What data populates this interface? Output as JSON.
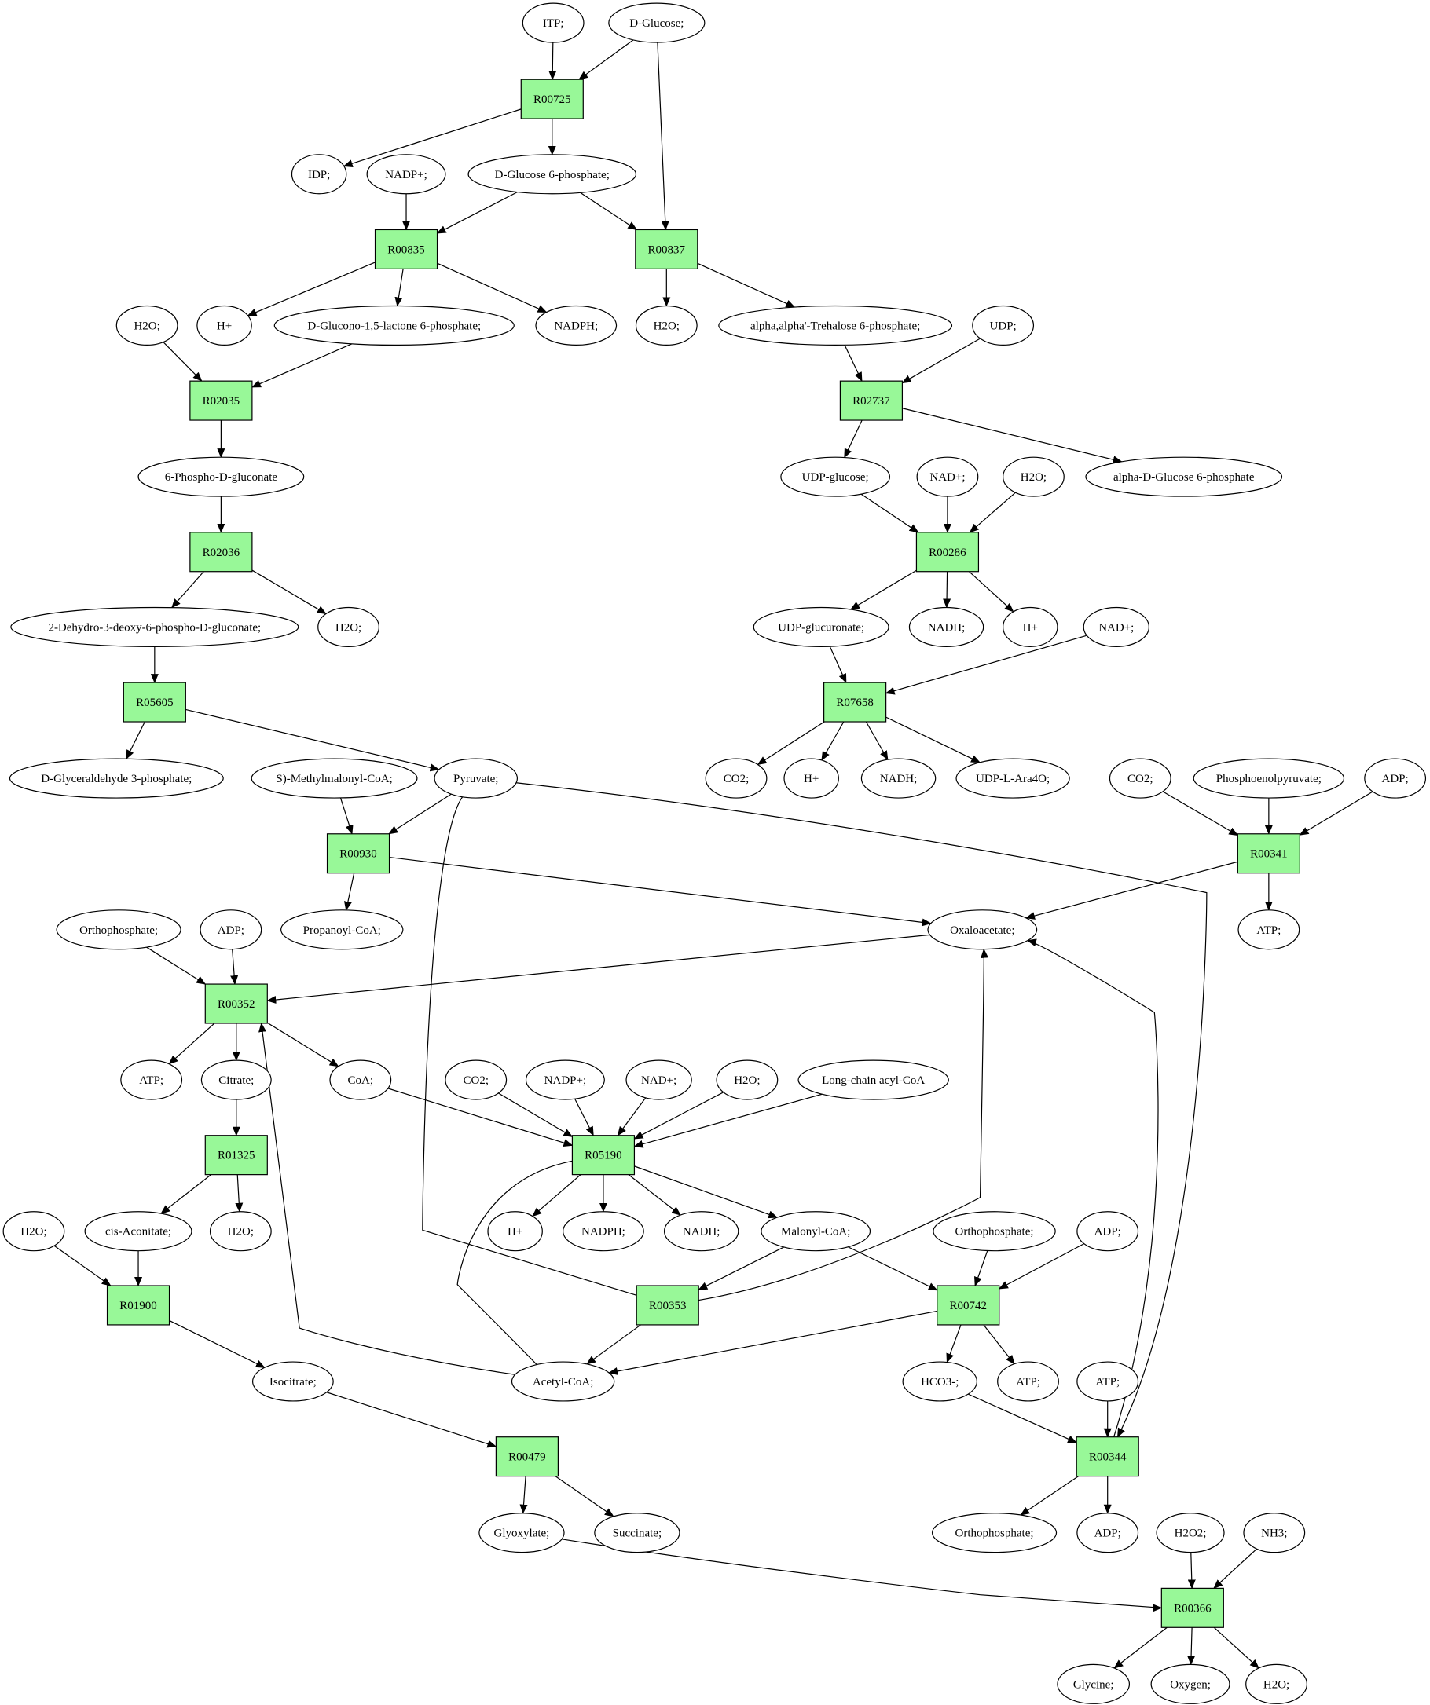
{
  "colors": {
    "reaction_fill": "#98f898",
    "metabolite_fill": "#ffffff",
    "source_fill": "#00e000",
    "target_fill": "#ffff00",
    "edge": "#000000"
  },
  "nodes": [
    {
      "id": "itp",
      "kind": "metabolite",
      "label": "ITP;"
    },
    {
      "id": "dglucose",
      "kind": "metabolite",
      "label": "D-Glucose;",
      "highlight": "source"
    },
    {
      "id": "R00725",
      "kind": "reaction",
      "label": "R00725"
    },
    {
      "id": "idp",
      "kind": "metabolite",
      "label": "IDP;"
    },
    {
      "id": "nadp1",
      "kind": "metabolite",
      "label": "NADP+;"
    },
    {
      "id": "g6p",
      "kind": "metabolite",
      "label": "D-Glucose 6-phosphate;"
    },
    {
      "id": "R00835",
      "kind": "reaction",
      "label": "R00835"
    },
    {
      "id": "R00837",
      "kind": "reaction",
      "label": "R00837"
    },
    {
      "id": "h2o_a",
      "kind": "metabolite",
      "label": "H2O;"
    },
    {
      "id": "hplus_a",
      "kind": "metabolite",
      "label": "H+"
    },
    {
      "id": "glucono",
      "kind": "metabolite",
      "label": "D-Glucono-1,5-lactone 6-phosphate;"
    },
    {
      "id": "nadph_a",
      "kind": "metabolite",
      "label": "NADPH;"
    },
    {
      "id": "h2o_b",
      "kind": "metabolite",
      "label": "H2O;"
    },
    {
      "id": "trehalose6p",
      "kind": "metabolite",
      "label": "alpha,alpha'-Trehalose 6-phosphate;"
    },
    {
      "id": "udp",
      "kind": "metabolite",
      "label": "UDP;"
    },
    {
      "id": "R02035",
      "kind": "reaction",
      "label": "R02035"
    },
    {
      "id": "R02737",
      "kind": "reaction",
      "label": "R02737"
    },
    {
      "id": "phosphogluconate",
      "kind": "metabolite",
      "label": "6-Phospho-D-gluconate"
    },
    {
      "id": "udpglucose",
      "kind": "metabolite",
      "label": "UDP-glucose;"
    },
    {
      "id": "nad_a",
      "kind": "metabolite",
      "label": "NAD+;"
    },
    {
      "id": "h2o_c",
      "kind": "metabolite",
      "label": "H2O;"
    },
    {
      "id": "aglucose6p",
      "kind": "metabolite",
      "label": "alpha-D-Glucose 6-phosphate"
    },
    {
      "id": "R02036",
      "kind": "reaction",
      "label": "R02036"
    },
    {
      "id": "R00286",
      "kind": "reaction",
      "label": "R00286"
    },
    {
      "id": "kdpg",
      "kind": "metabolite",
      "label": "2-Dehydro-3-deoxy-6-phospho-D-gluconate;"
    },
    {
      "id": "h2o_d",
      "kind": "metabolite",
      "label": "H2O;"
    },
    {
      "id": "udpglucuronate",
      "kind": "metabolite",
      "label": "UDP-glucuronate;"
    },
    {
      "id": "nadh_a",
      "kind": "metabolite",
      "label": "NADH;"
    },
    {
      "id": "hplus_b",
      "kind": "metabolite",
      "label": "H+"
    },
    {
      "id": "nad_b",
      "kind": "metabolite",
      "label": "NAD+;"
    },
    {
      "id": "R05605",
      "kind": "reaction",
      "label": "R05605"
    },
    {
      "id": "R07658",
      "kind": "reaction",
      "label": "R07658"
    },
    {
      "id": "gap",
      "kind": "metabolite",
      "label": "D-Glyceraldehyde 3-phosphate;"
    },
    {
      "id": "methylmalonyl",
      "kind": "metabolite",
      "label": "S)-Methylmalonyl-CoA;"
    },
    {
      "id": "pyruvate",
      "kind": "metabolite",
      "label": "Pyruvate;"
    },
    {
      "id": "co2_a",
      "kind": "metabolite",
      "label": "CO2;"
    },
    {
      "id": "hplus_c",
      "kind": "metabolite",
      "label": "H+"
    },
    {
      "id": "nadh_b",
      "kind": "metabolite",
      "label": "NADH;"
    },
    {
      "id": "udpara",
      "kind": "metabolite",
      "label": "UDP-L-Ara4O;"
    },
    {
      "id": "co2_b",
      "kind": "metabolite",
      "label": "CO2;"
    },
    {
      "id": "pep",
      "kind": "metabolite",
      "label": "Phosphoenolpyruvate;"
    },
    {
      "id": "adp_a",
      "kind": "metabolite",
      "label": "ADP;"
    },
    {
      "id": "R00930",
      "kind": "reaction",
      "label": "R00930"
    },
    {
      "id": "R00341",
      "kind": "reaction",
      "label": "R00341"
    },
    {
      "id": "orthophosphate_a",
      "kind": "metabolite",
      "label": "Orthophosphate;"
    },
    {
      "id": "adp_b",
      "kind": "metabolite",
      "label": "ADP;"
    },
    {
      "id": "propanoyl",
      "kind": "metabolite",
      "label": "Propanoyl-CoA;"
    },
    {
      "id": "oxaloacetate",
      "kind": "metabolite",
      "label": "Oxaloacetate;"
    },
    {
      "id": "atp_a",
      "kind": "metabolite",
      "label": "ATP;"
    },
    {
      "id": "R00352",
      "kind": "reaction",
      "label": "R00352"
    },
    {
      "id": "atp_b",
      "kind": "metabolite",
      "label": "ATP;"
    },
    {
      "id": "citrate",
      "kind": "metabolite",
      "label": "Citrate;"
    },
    {
      "id": "coa",
      "kind": "metabolite",
      "label": "CoA;"
    },
    {
      "id": "co2_c",
      "kind": "metabolite",
      "label": "CO2;"
    },
    {
      "id": "nadp2",
      "kind": "metabolite",
      "label": "NADP+;"
    },
    {
      "id": "nad_c",
      "kind": "metabolite",
      "label": "NAD+;"
    },
    {
      "id": "h2o_e",
      "kind": "metabolite",
      "label": "H2O;"
    },
    {
      "id": "lcacyl",
      "kind": "metabolite",
      "label": "Long-chain acyl-CoA"
    },
    {
      "id": "R01325",
      "kind": "reaction",
      "label": "R01325"
    },
    {
      "id": "R05190",
      "kind": "reaction",
      "label": "R05190"
    },
    {
      "id": "h2o_f",
      "kind": "metabolite",
      "label": "H2O;"
    },
    {
      "id": "cisaconitate",
      "kind": "metabolite",
      "label": "cis-Aconitate;"
    },
    {
      "id": "h2o_g",
      "kind": "metabolite",
      "label": "H2O;"
    },
    {
      "id": "hplus_d",
      "kind": "metabolite",
      "label": "H+"
    },
    {
      "id": "nadph_b",
      "kind": "metabolite",
      "label": "NADPH;"
    },
    {
      "id": "nadh_c",
      "kind": "metabolite",
      "label": "NADH;"
    },
    {
      "id": "malonyl",
      "kind": "metabolite",
      "label": "Malonyl-CoA;"
    },
    {
      "id": "orthophosphate_b",
      "kind": "metabolite",
      "label": "Orthophosphate;"
    },
    {
      "id": "adp_c",
      "kind": "metabolite",
      "label": "ADP;"
    },
    {
      "id": "R01900",
      "kind": "reaction",
      "label": "R01900"
    },
    {
      "id": "R00353",
      "kind": "reaction",
      "label": "R00353"
    },
    {
      "id": "R00742",
      "kind": "reaction",
      "label": "R00742"
    },
    {
      "id": "isocitrate",
      "kind": "metabolite",
      "label": "Isocitrate;"
    },
    {
      "id": "acetylcoa",
      "kind": "metabolite",
      "label": "Acetyl-CoA;"
    },
    {
      "id": "hco3",
      "kind": "metabolite",
      "label": "HCO3-;"
    },
    {
      "id": "atp_c",
      "kind": "metabolite",
      "label": "ATP;"
    },
    {
      "id": "atp_d",
      "kind": "metabolite",
      "label": "ATP;"
    },
    {
      "id": "R00479",
      "kind": "reaction",
      "label": "R00479"
    },
    {
      "id": "R00344",
      "kind": "reaction",
      "label": "R00344"
    },
    {
      "id": "glyoxylate",
      "kind": "metabolite",
      "label": "Glyoxylate;"
    },
    {
      "id": "succinate",
      "kind": "metabolite",
      "label": "Succinate;"
    },
    {
      "id": "orthophosphate_c",
      "kind": "metabolite",
      "label": "Orthophosphate;"
    },
    {
      "id": "adp_d",
      "kind": "metabolite",
      "label": "ADP;"
    },
    {
      "id": "h2o2",
      "kind": "metabolite",
      "label": "H2O2;"
    },
    {
      "id": "nh3",
      "kind": "metabolite",
      "label": "NH3;"
    },
    {
      "id": "R00366",
      "kind": "reaction",
      "label": "R00366"
    },
    {
      "id": "glycine",
      "kind": "metabolite",
      "label": "Glycine;",
      "highlight": "target"
    },
    {
      "id": "oxygen",
      "kind": "metabolite",
      "label": "Oxygen;"
    },
    {
      "id": "h2o_h",
      "kind": "metabolite",
      "label": "H2O;"
    }
  ],
  "edges": [
    [
      "itp",
      "R00725"
    ],
    [
      "dglucose",
      "R00725"
    ],
    [
      "dglucose",
      "R00837"
    ],
    [
      "R00725",
      "idp"
    ],
    [
      "R00725",
      "g6p"
    ],
    [
      "nadp1",
      "R00835"
    ],
    [
      "g6p",
      "R00835"
    ],
    [
      "g6p",
      "R00837"
    ],
    [
      "R00835",
      "hplus_a"
    ],
    [
      "R00835",
      "glucono"
    ],
    [
      "R00835",
      "nadph_a"
    ],
    [
      "R00837",
      "h2o_b"
    ],
    [
      "R00837",
      "trehalose6p"
    ],
    [
      "h2o_a",
      "R02035"
    ],
    [
      "glucono",
      "R02035"
    ],
    [
      "R02035",
      "phosphogluconate"
    ],
    [
      "trehalose6p",
      "R02737"
    ],
    [
      "udp",
      "R02737"
    ],
    [
      "R02737",
      "udpglucose"
    ],
    [
      "R02737",
      "aglucose6p"
    ],
    [
      "phosphogluconate",
      "R02036"
    ],
    [
      "R02036",
      "kdpg"
    ],
    [
      "R02036",
      "h2o_d"
    ],
    [
      "udpglucose",
      "R00286"
    ],
    [
      "nad_a",
      "R00286"
    ],
    [
      "h2o_c",
      "R00286"
    ],
    [
      "R00286",
      "udpglucuronate"
    ],
    [
      "R00286",
      "nadh_a"
    ],
    [
      "R00286",
      "hplus_b"
    ],
    [
      "kdpg",
      "R05605"
    ],
    [
      "R05605",
      "gap"
    ],
    [
      "R05605",
      "pyruvate"
    ],
    [
      "udpglucuronate",
      "R07658"
    ],
    [
      "nad_b",
      "R07658"
    ],
    [
      "R07658",
      "co2_a"
    ],
    [
      "R07658",
      "hplus_c"
    ],
    [
      "R07658",
      "nadh_b"
    ],
    [
      "R07658",
      "udpara"
    ],
    [
      "methylmalonyl",
      "R00930"
    ],
    [
      "pyruvate",
      "R00930"
    ],
    [
      "R00930",
      "propanoyl"
    ],
    [
      "R00930",
      "oxaloacetate"
    ],
    [
      "pyruvate",
      "R00353"
    ],
    [
      "pyruvate",
      "R00344"
    ],
    [
      "co2_b",
      "R00341"
    ],
    [
      "pep",
      "R00341"
    ],
    [
      "adp_a",
      "R00341"
    ],
    [
      "R00341",
      "oxaloacetate"
    ],
    [
      "R00341",
      "atp_a"
    ],
    [
      "orthophosphate_a",
      "R00352"
    ],
    [
      "adp_b",
      "R00352"
    ],
    [
      "oxaloacetate",
      "R00352"
    ],
    [
      "acetylcoa",
      "R00352"
    ],
    [
      "R00352",
      "atp_b"
    ],
    [
      "R00352",
      "citrate"
    ],
    [
      "R00352",
      "coa"
    ],
    [
      "citrate",
      "R01325"
    ],
    [
      "R01325",
      "cisaconitate"
    ],
    [
      "R01325",
      "h2o_g"
    ],
    [
      "coa",
      "R05190"
    ],
    [
      "co2_c",
      "R05190"
    ],
    [
      "nadp2",
      "R05190"
    ],
    [
      "nad_c",
      "R05190"
    ],
    [
      "h2o_e",
      "R05190"
    ],
    [
      "lcacyl",
      "R05190"
    ],
    [
      "R05190",
      "hplus_d"
    ],
    [
      "R05190",
      "nadph_b"
    ],
    [
      "R05190",
      "nadh_c"
    ],
    [
      "R05190",
      "malonyl"
    ],
    [
      "R05190",
      "acetylcoa"
    ],
    [
      "h2o_f",
      "R01900"
    ],
    [
      "cisaconitate",
      "R01900"
    ],
    [
      "R01900",
      "isocitrate"
    ],
    [
      "malonyl",
      "R00353"
    ],
    [
      "R00353",
      "acetylcoa"
    ],
    [
      "R00353",
      "oxaloacetate"
    ],
    [
      "malonyl",
      "R00742"
    ],
    [
      "orthophosphate_b",
      "R00742"
    ],
    [
      "adp_c",
      "R00742"
    ],
    [
      "R00742",
      "acetylcoa"
    ],
    [
      "R00742",
      "hco3"
    ],
    [
      "R00742",
      "atp_c"
    ],
    [
      "isocitrate",
      "R00479"
    ],
    [
      "R00479",
      "glyoxylate"
    ],
    [
      "R00479",
      "succinate"
    ],
    [
      "hco3",
      "R00344"
    ],
    [
      "atp_d",
      "R00344"
    ],
    [
      "R00344",
      "orthophosphate_c"
    ],
    [
      "R00344",
      "adp_d"
    ],
    [
      "R00344",
      "oxaloacetate"
    ],
    [
      "glyoxylate",
      "R00366"
    ],
    [
      "h2o2",
      "R00366"
    ],
    [
      "nh3",
      "R00366"
    ],
    [
      "R00366",
      "glycine"
    ],
    [
      "R00366",
      "oxygen"
    ],
    [
      "R00366",
      "h2o_h"
    ]
  ]
}
